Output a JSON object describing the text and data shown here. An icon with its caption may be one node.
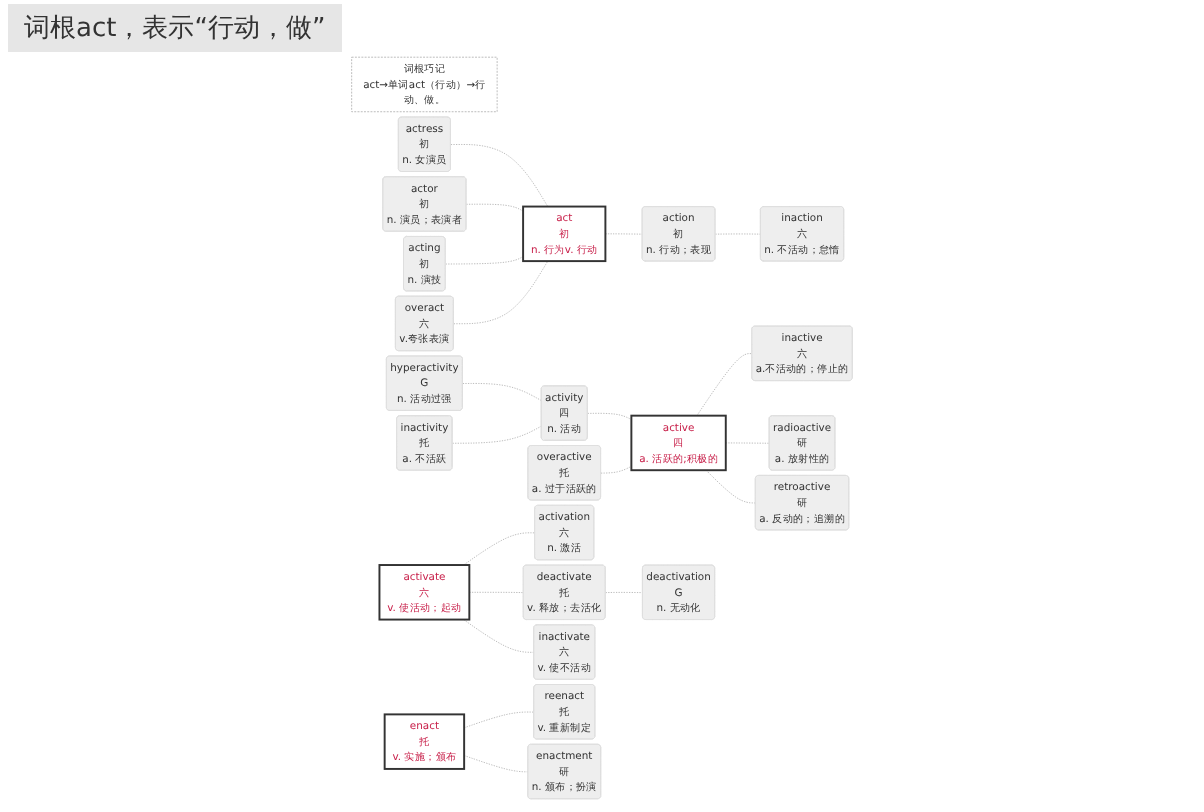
{
  "diagram": {
    "title": "词根act，表示“行动，做”",
    "nodes": [
      {
        "text": [
          "词根巧记",
          "act→单词act（行动）→行动、做。"
        ]
      },
      {
        "text": [
          "act",
          "初",
          "n. 行为v. 行动"
        ]
      },
      {
        "text": [
          "activate",
          "六",
          "v. 使活动；起动"
        ]
      },
      {
        "text": [
          "active",
          "四",
          "a. 活跃的;积极的"
        ]
      },
      {
        "text": [
          "enact",
          "托",
          "v. 实施；颁布"
        ]
      },
      {
        "text": [
          "actress",
          "初",
          "n. 女演员"
        ]
      },
      {
        "text": [
          "actor",
          "初",
          "n. 演员；表演者"
        ]
      },
      {
        "text": [
          "acting",
          "初",
          "n. 演技"
        ]
      },
      {
        "text": [
          "overact",
          "六",
          "v.夸张表演"
        ]
      },
      {
        "text": [
          "hyperactivity",
          "G",
          "n. 活动过强"
        ]
      },
      {
        "text": [
          "activity",
          "四",
          "n. 活动"
        ]
      },
      {
        "text": [
          "inactivity",
          "托",
          "a. 不活跃"
        ]
      },
      {
        "text": [
          "overactive",
          "托",
          "a. 过于活跃的"
        ]
      },
      {
        "text": [
          "action",
          "初",
          "n. 行动；表现"
        ]
      },
      {
        "text": [
          "inaction",
          "六",
          "n. 不活动；怠惰"
        ]
      },
      {
        "text": [
          "activation",
          "六",
          "n. 激活"
        ]
      },
      {
        "text": [
          "deactivate",
          "托",
          "v. 释放；去活化"
        ]
      },
      {
        "text": [
          "inactivate",
          "六",
          "v. 使不活动"
        ]
      },
      {
        "text": [
          "deactivation",
          "G",
          "n. 无动化"
        ]
      },
      {
        "text": [
          "inactive",
          "六",
          "a.不活动的；停止的"
        ]
      },
      {
        "text": [
          "radioactive",
          "研",
          "a. 放射性的"
        ]
      },
      {
        "text": [
          "retroactive",
          "研",
          "a. 反动的；追溯的"
        ]
      },
      {
        "text": [
          "reenact",
          "托",
          "v. 重新制定"
        ]
      },
      {
        "text": [
          "enactment",
          "研",
          "n. 颁布；扮演"
        ]
      }
    ],
    "edges": [
      {
        "from": 5,
        "to": 1,
        "arrow": "none"
      },
      {
        "from": 6,
        "to": 1,
        "arrow": "none"
      },
      {
        "from": 7,
        "to": 1,
        "arrow": "none"
      },
      {
        "from": 8,
        "to": 1,
        "arrow": "none"
      },
      {
        "from": 1,
        "to": 13,
        "arrow": "none"
      },
      {
        "from": 13,
        "to": 14,
        "arrow": "none"
      },
      {
        "from": 2,
        "to": 15,
        "arrow": "none"
      },
      {
        "from": 2,
        "to": 16,
        "arrow": "none"
      },
      {
        "from": 2,
        "to": 17,
        "arrow": "none"
      },
      {
        "from": 16,
        "to": 18,
        "arrow": "none"
      },
      {
        "from": 9,
        "to": 10,
        "arrow": "none"
      },
      {
        "from": 11,
        "to": 10,
        "arrow": "none"
      },
      {
        "from": 10,
        "to": 3,
        "arrow": "none"
      },
      {
        "from": 12,
        "to": 3,
        "arrow": "none"
      },
      {
        "from": 3,
        "to": 19,
        "arrow": "none"
      },
      {
        "from": 3,
        "to": 20,
        "arrow": "none"
      },
      {
        "from": 3,
        "to": 21,
        "arrow": "none"
      },
      {
        "from": 4,
        "to": 22,
        "arrow": "none"
      },
      {
        "from": 4,
        "to": 23,
        "arrow": "none"
      }
    ]
  }
}
